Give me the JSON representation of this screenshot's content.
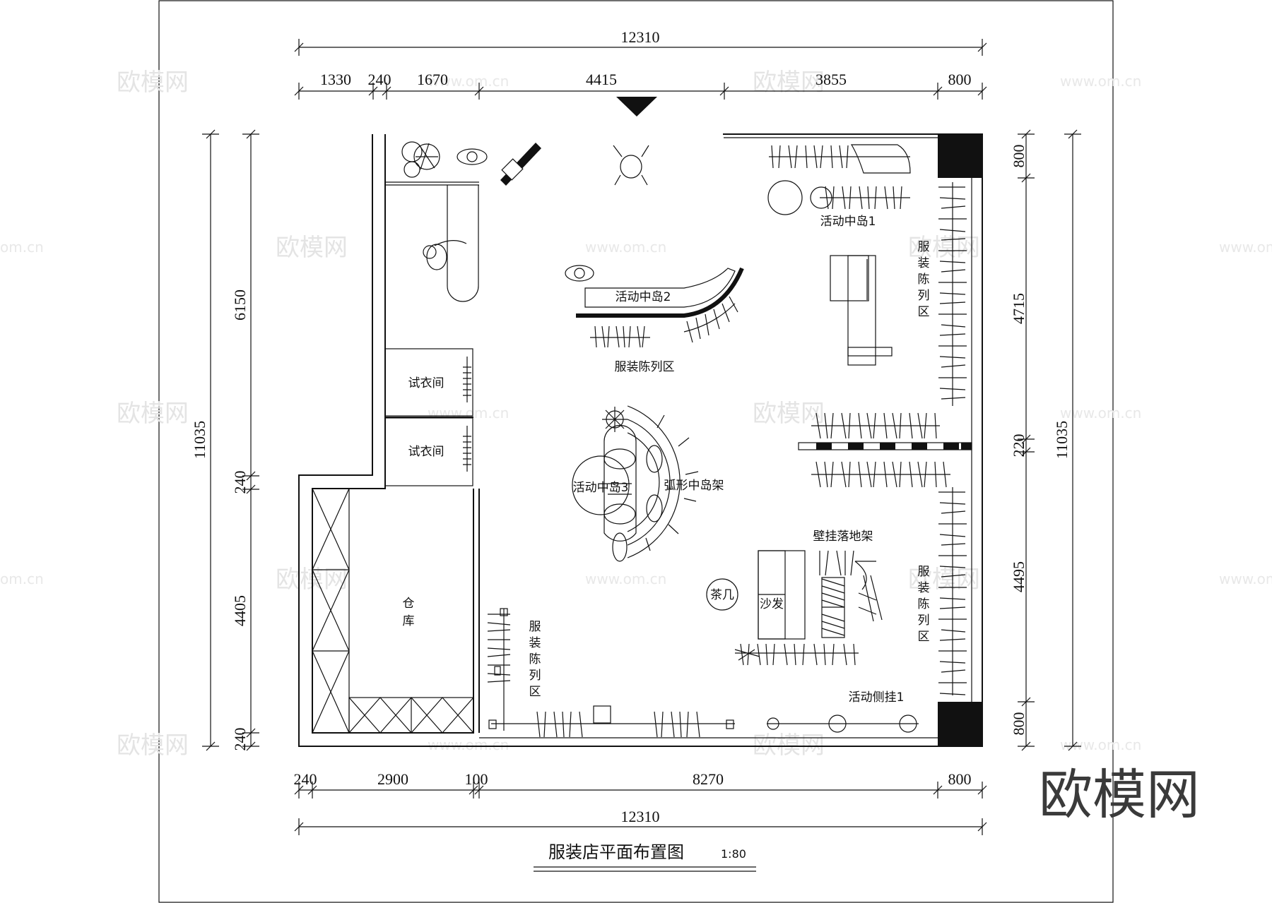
{
  "title": "服装店平面布置图",
  "scale": "1:80",
  "brand": "欧模网",
  "watermark": {
    "text": "欧模网",
    "url": "www.om.cn",
    "url_short": "om.cn"
  },
  "dims": {
    "top_total": "12310",
    "top_segments": [
      "1330",
      "240",
      "1670",
      "4415",
      "3855",
      "800"
    ],
    "bottom_total": "12310",
    "bottom_segments": [
      "240",
      "2900",
      "100",
      "8270",
      "800"
    ],
    "left_total": "11035",
    "left_segments": [
      "6150",
      "240",
      "4405",
      "240"
    ],
    "right_total": "11035",
    "right_segments": [
      "800",
      "4715",
      "220",
      "4495",
      "800"
    ]
  },
  "rooms": {
    "fitting_room_1": "试衣间",
    "fitting_room_2": "试衣间",
    "storage": [
      "仓",
      "库"
    ]
  },
  "labels": {
    "island_1": "活动中岛1",
    "island_2": "活动中岛2",
    "island_3": "活动中岛3",
    "display_center": "服装陈列区",
    "display_right_top": [
      "服",
      "装",
      "陈",
      "列",
      "区"
    ],
    "display_right_bottom": [
      "服",
      "装",
      "陈",
      "列",
      "区"
    ],
    "display_left": [
      "服",
      "装",
      "陈",
      "列",
      "区"
    ],
    "arc_rack": "弧形中岛架",
    "wall_rack": "壁挂落地架",
    "tea_table": "茶几",
    "sofa": "沙发",
    "side_hanger": "活动侧挂1"
  }
}
